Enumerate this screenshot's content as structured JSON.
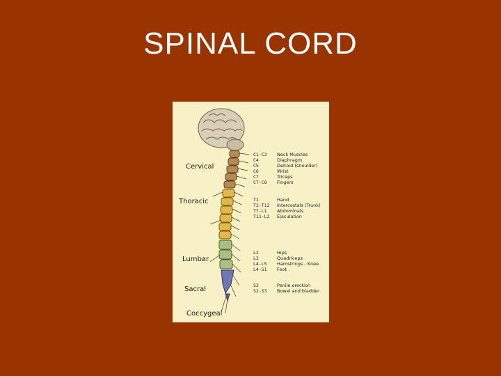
{
  "slide": {
    "title": "SPINAL CORD"
  },
  "diagram": {
    "regions": {
      "cervical": "Cervical",
      "thoracic": "Thoracic",
      "lumbar": "Lumbar",
      "sacral": "Sacral",
      "coccygeal": "Coccygeal"
    },
    "groups": [
      {
        "segments": [
          "C1-C3",
          "C4",
          "C5",
          "C6",
          "C7",
          "C7-C8"
        ],
        "functions": [
          "Neck Muscles",
          "Diaphragm",
          "Deltoid (shoulder)",
          "Wrist",
          "Triceps",
          "Fingers"
        ]
      },
      {
        "segments": [
          "T1",
          "T2-T12",
          "T7-L1",
          "T11-L2"
        ],
        "functions": [
          "Hand",
          "Intercostals (Trunk)",
          "Abdominals",
          "Ejaculation"
        ]
      },
      {
        "segments": [
          "L2",
          "L3",
          "L4-L5",
          "L4-S1"
        ],
        "functions": [
          "Hips",
          "Quadriceps",
          "Hamstrings - Knee",
          "Foot"
        ]
      },
      {
        "segments": [
          "S2",
          "S2-S3"
        ],
        "functions": [
          "Penile erection",
          "Bowel and bladder"
        ]
      }
    ],
    "colors": {
      "background": "#f7f1c5",
      "cervical": "#b58a55",
      "thoracic": "#e3b84a",
      "lumbar": "#a9bf86",
      "sacral": "#6f76b0",
      "brain": "#d8cfb8"
    }
  }
}
